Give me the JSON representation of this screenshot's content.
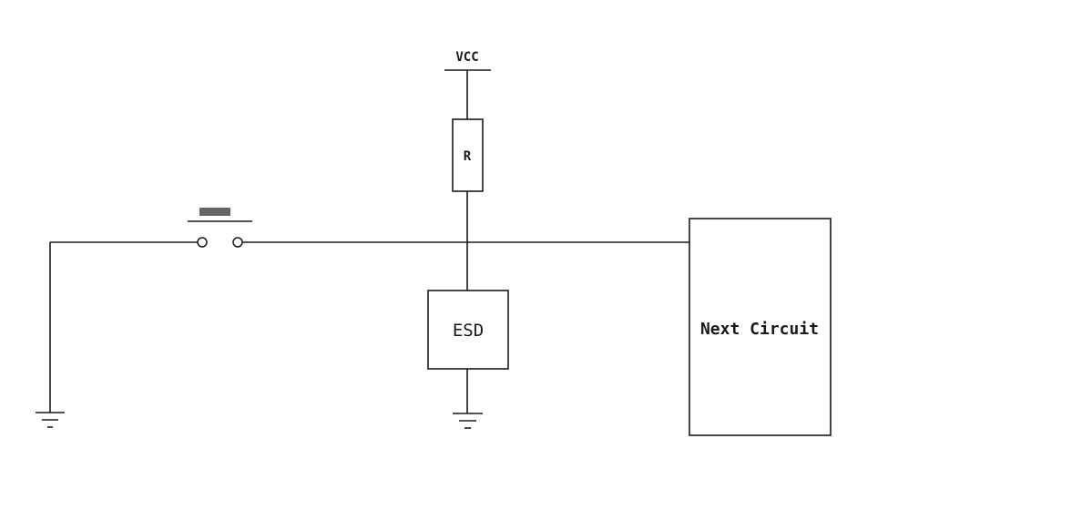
{
  "diagram": {
    "type": "circuit-schematic",
    "labels": {
      "power_rail": "VCC",
      "resistor": "R",
      "esd": "ESD",
      "next_circuit": "Next Circuit"
    },
    "colors": {
      "line": "#1a1a1a",
      "button_cap": "#666666",
      "background": "#ffffff"
    }
  }
}
